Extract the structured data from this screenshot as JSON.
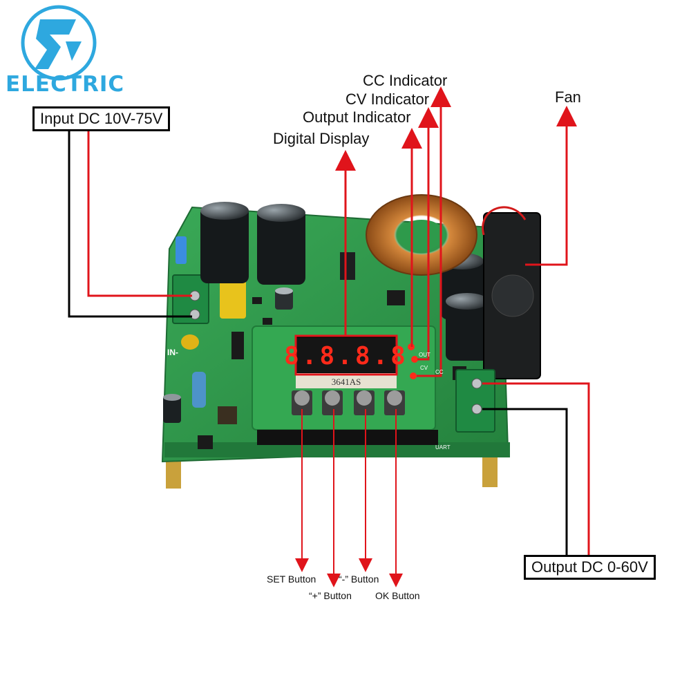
{
  "brand": {
    "logo_text": "ELECTRIC",
    "color": "#2ea8df"
  },
  "callouts": {
    "input": "Input DC 10V-75V",
    "output": "Output DC 0-60V",
    "cc_indicator": "CC Indicator",
    "cv_indicator": "CV Indicator",
    "output_indicator": "Output Indicator",
    "digital_display": "Digital Display",
    "fan": "Fan",
    "set_button": "SET Button",
    "plus_button": "“+” Button",
    "minus_button": "“-” Button",
    "ok_button": "OK Button"
  },
  "board": {
    "display_text": "8.8.8.8",
    "display_model": "3641AS",
    "input_marking": "IN-",
    "indicator_labels": [
      "OUT",
      "CV",
      "CC"
    ],
    "uart_label": "UART"
  },
  "colors": {
    "arrow_red": "#e0141b",
    "line_black": "#000000",
    "pcb_green": "#2e9a4b",
    "segment_red": "#ff2a1a"
  }
}
